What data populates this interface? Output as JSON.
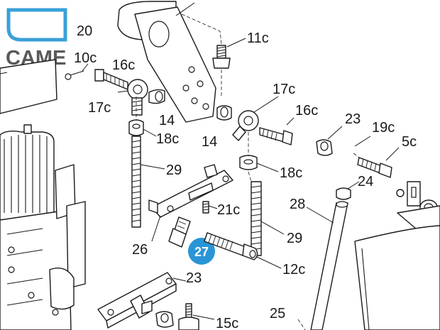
{
  "brand": {
    "logo_text": "CAME",
    "logo_color": "#5a5a5a",
    "mark_color": "#3aa0d8"
  },
  "callout": {
    "label": "27",
    "color": "#2a95d6"
  },
  "labels": {
    "l_20": "20",
    "l_10c": "10c",
    "l_16c_top": "16c",
    "l_17c_left": "17c",
    "l_14_a": "14",
    "l_14_b": "14",
    "l_18c_left": "18c",
    "l_11c": "11c",
    "l_17c_right": "17c",
    "l_16c_right": "16c",
    "l_23_top": "23",
    "l_19c": "19c",
    "l_5c": "5c",
    "l_18c_right": "18c",
    "l_24": "24",
    "l_29_left": "29",
    "l_21c": "21c",
    "l_28": "28",
    "l_26": "26",
    "l_29_right": "29",
    "l_12c": "12c",
    "l_23_bottom": "23",
    "l_15c": "15c",
    "l_25": "25"
  }
}
